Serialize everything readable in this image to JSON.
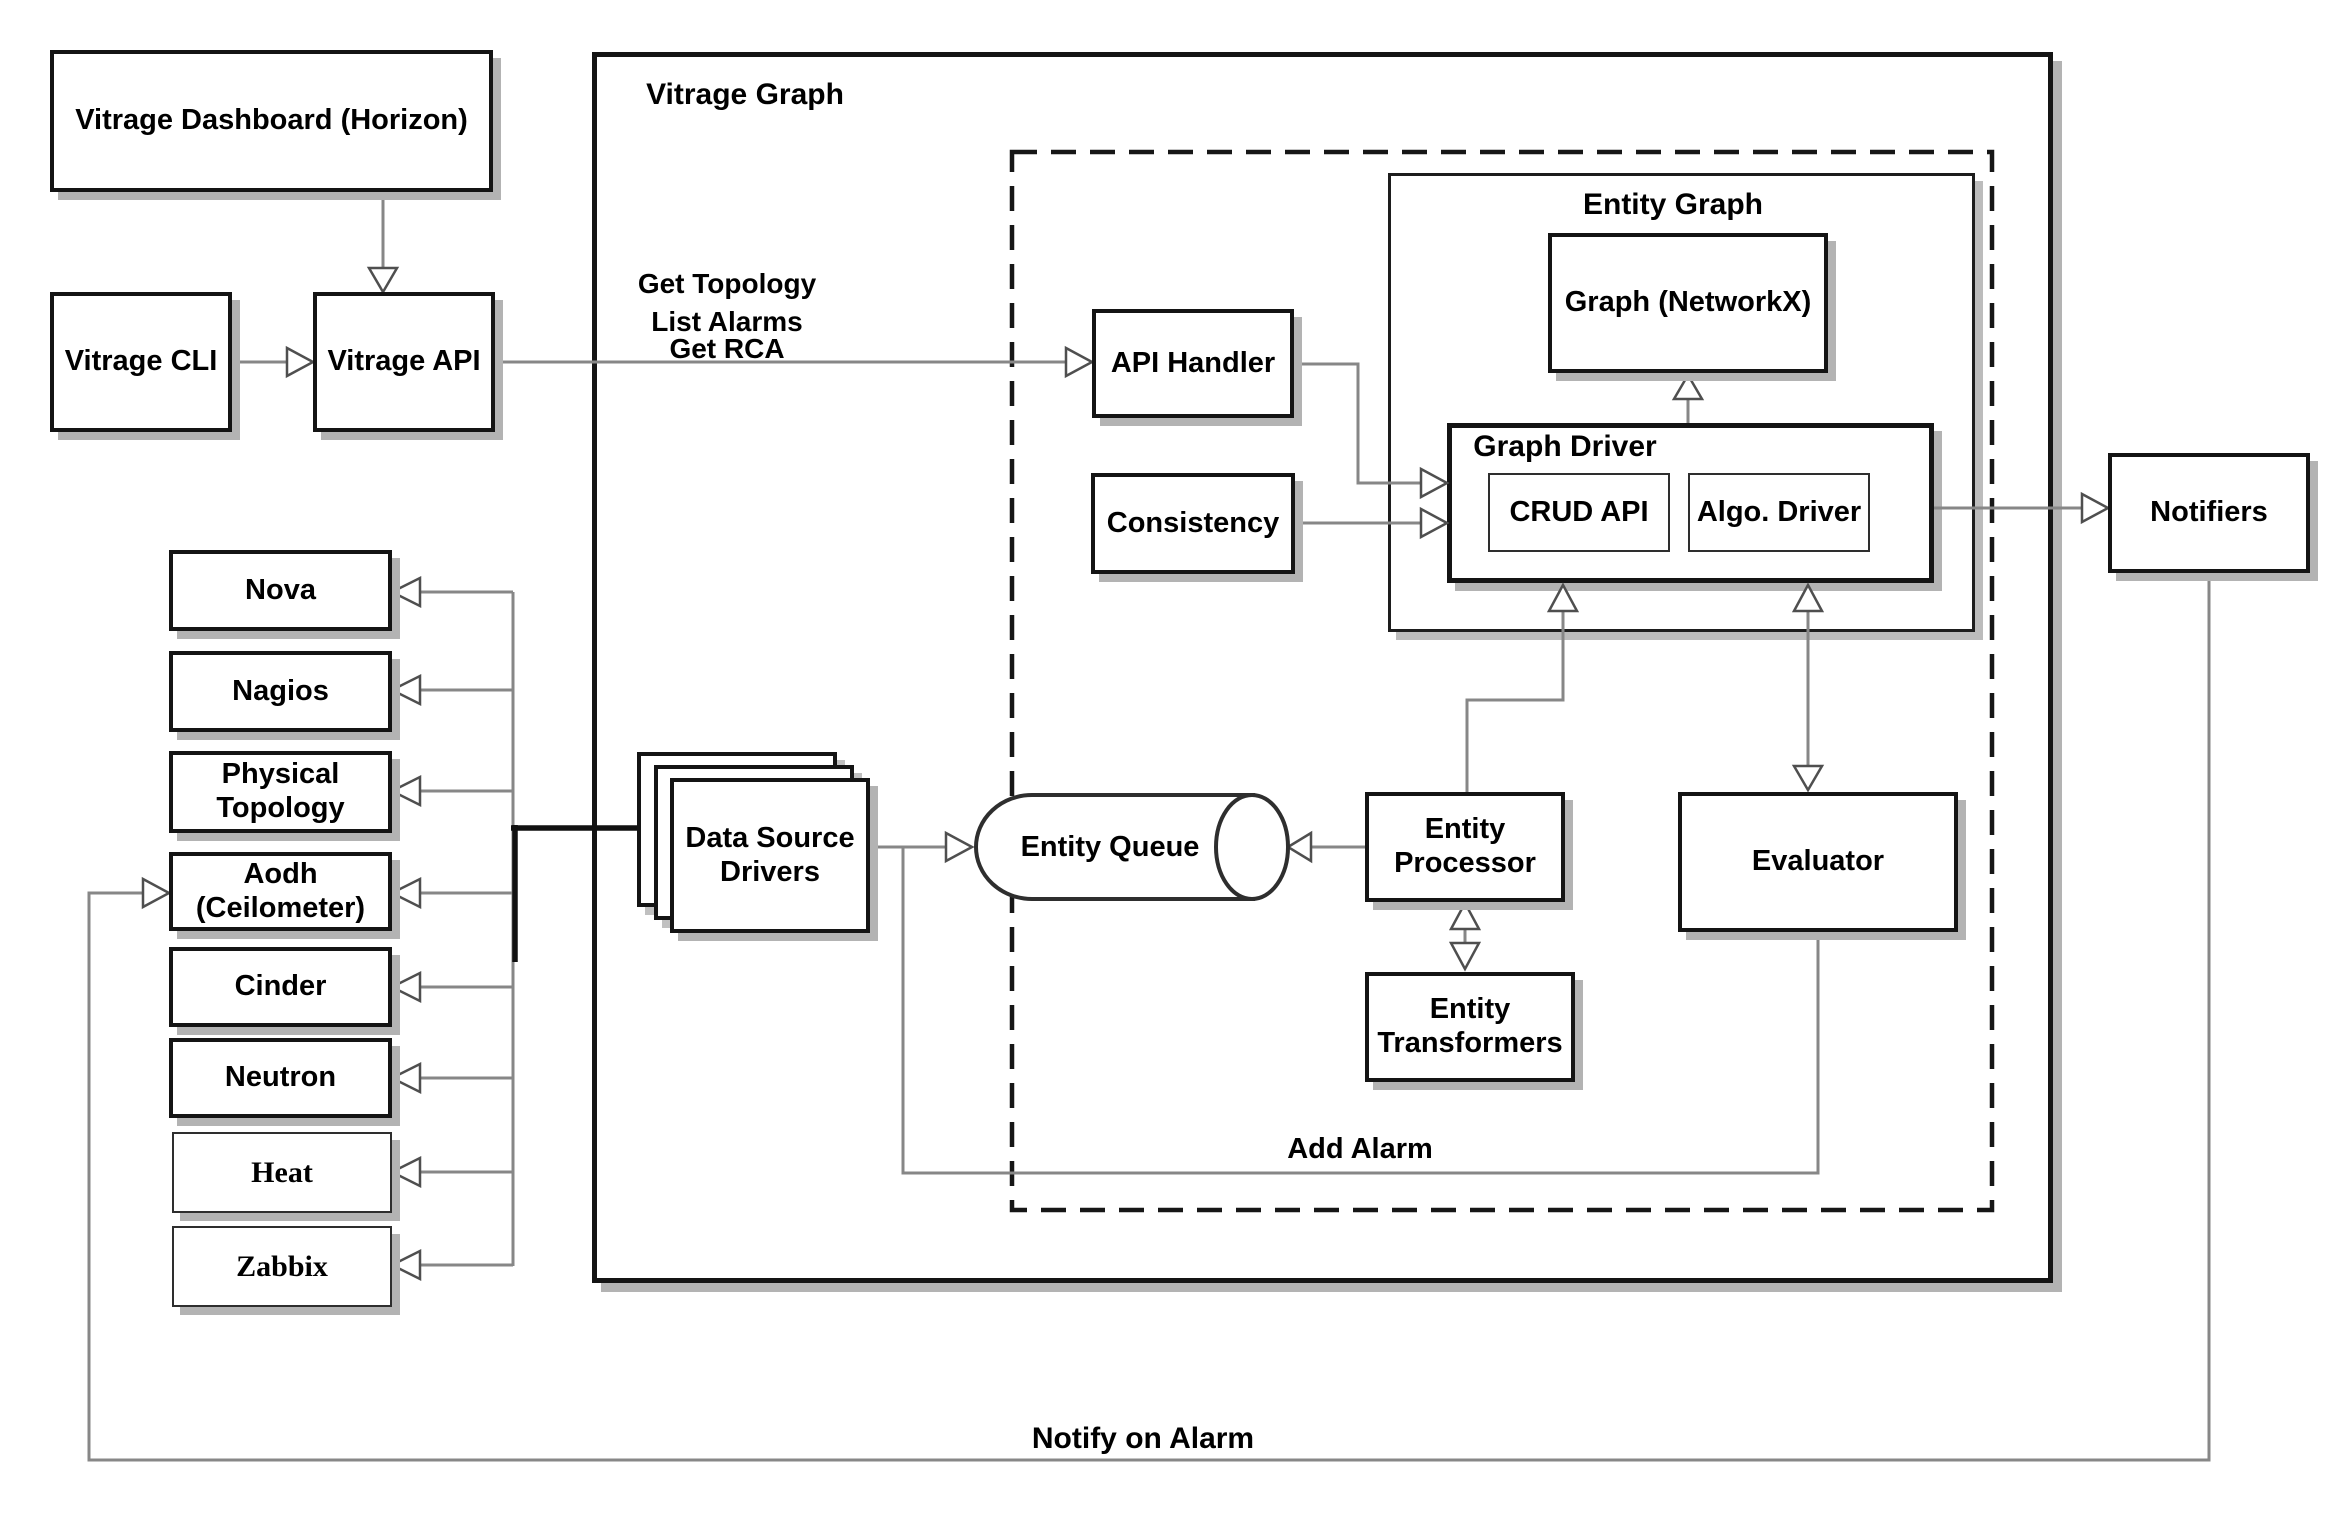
{
  "containers": {
    "vitrage_graph": "Vitrage Graph",
    "entity_graph": "Entity Graph",
    "graph_driver": "Graph Driver"
  },
  "nodes": {
    "dashboard": "Vitrage Dashboard (Horizon)",
    "cli": "Vitrage CLI",
    "api": "Vitrage API",
    "api_handler": "API Handler",
    "consistency": "Consistency",
    "graph_networkx": "Graph (NetworkX)",
    "crud_api": "CRUD API",
    "algo_driver": "Algo. Driver",
    "entity_queue": "Entity Queue",
    "entity_processor": "Entity Processor",
    "entity_transformers": "Entity Transformers",
    "evaluator": "Evaluator",
    "notifiers": "Notifiers",
    "data_source_drivers": "Data Source Drivers"
  },
  "sources": [
    {
      "label": "Nova"
    },
    {
      "label": "Nagios"
    },
    {
      "label": "Physical Topology"
    },
    {
      "label": "Aodh (Ceilometer)"
    },
    {
      "label": "Cinder"
    },
    {
      "label": "Neutron"
    },
    {
      "label": "Heat"
    },
    {
      "label": "Zabbix"
    }
  ],
  "edge_labels": {
    "get_topology": "Get Topology",
    "list_alarms": "List Alarms",
    "get_rca": "Get RCA",
    "add_alarm": "Add Alarm",
    "notify_on_alarm": "Notify on Alarm"
  },
  "colors": {
    "background": "#ffffff",
    "border": "#141414",
    "line": "#878787",
    "shadow": "#b3b3b3"
  }
}
